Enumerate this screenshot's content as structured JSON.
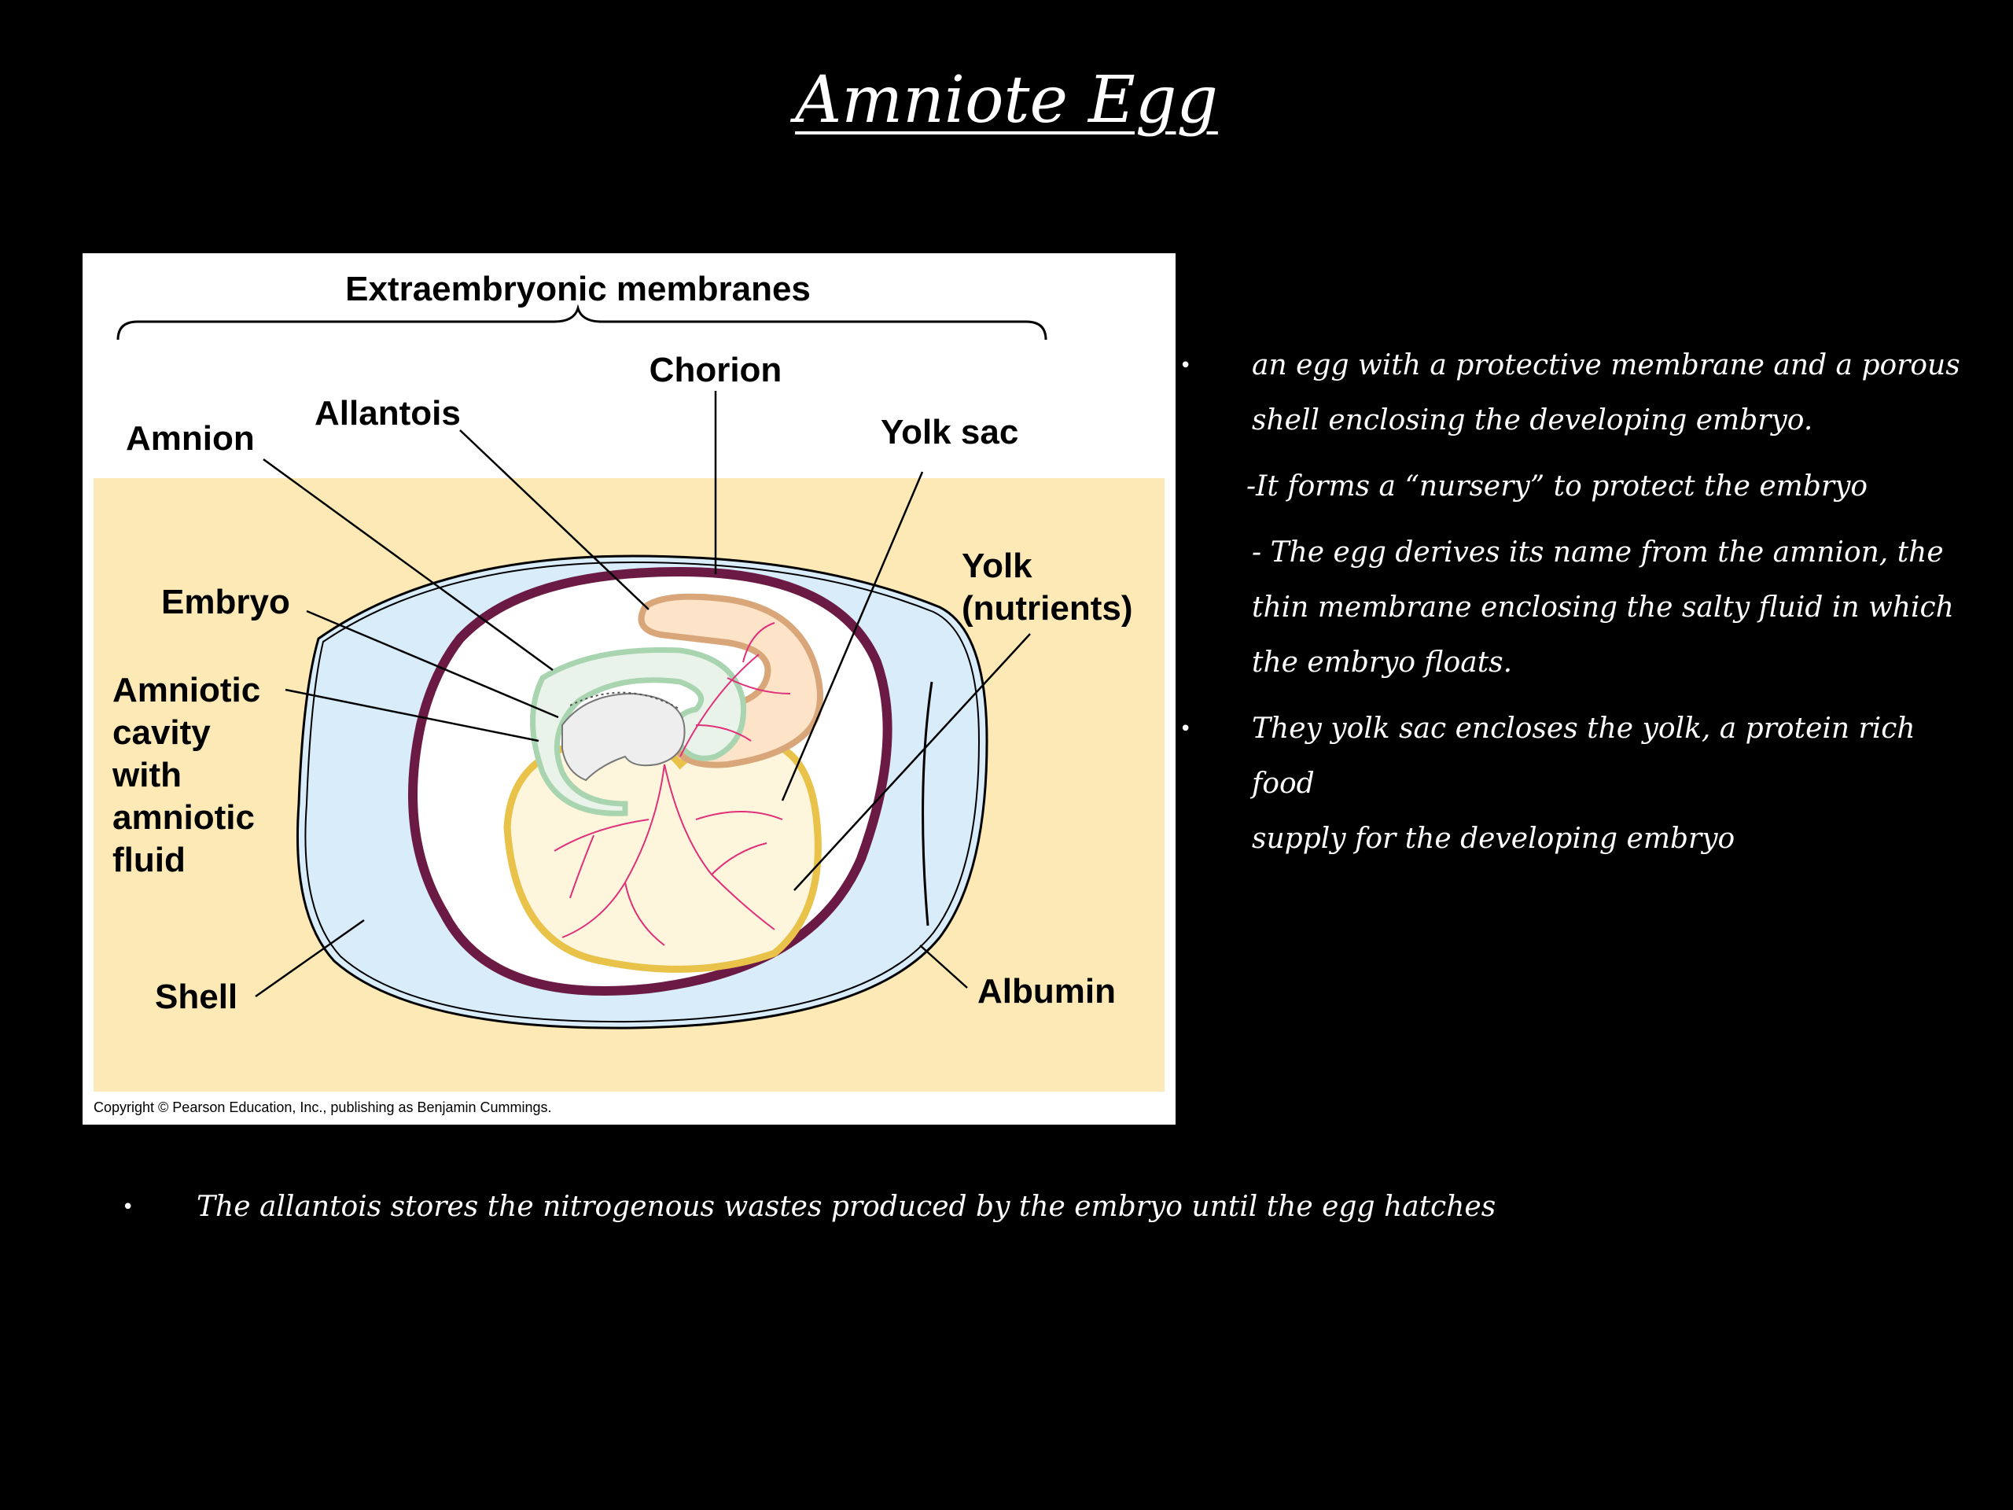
{
  "slide": {
    "title": "Amniote Egg"
  },
  "figure": {
    "heading": "Extraembryonic membranes",
    "labels": {
      "chorion": "Chorion",
      "allantois": "Allantois",
      "amnion": "Amnion",
      "yolk_sac": "Yolk sac",
      "yolk_line1": "Yolk",
      "yolk_line2": "(nutrients)",
      "embryo": "Embryo",
      "amniotic_line1": "Amniotic",
      "amniotic_line2": "cavity",
      "amniotic_line3": "with",
      "amniotic_line4": "amniotic",
      "amniotic_line5": "fluid",
      "shell": "Shell",
      "albumin": "Albumin"
    },
    "copyright": "Copyright © Pearson Education, Inc., publishing as Benjamin Cummings.",
    "colors": {
      "panel": "#fde9b6",
      "albumin": "#d8ecfa",
      "chorion": "#6b1a44",
      "allantois": "#d9a67a",
      "yolk_sac": "#e9c24a",
      "amnion": "#a8d4b0",
      "vessels": "#e0307a"
    }
  },
  "bullets": [
    {
      "marker": "•",
      "lines": [
        "an egg with a protective membrane and a porous",
        "shell enclosing the developing embryo."
      ]
    },
    {
      "marker": "",
      "lines": [
        "-It forms a “nursery” to protect the embryo"
      ]
    },
    {
      "marker": "",
      "lines": [
        "- The egg derives its name from the amnion, the",
        "thin membrane enclosing the salty fluid in which",
        "the embryo floats."
      ]
    },
    {
      "marker": "•",
      "lines": [
        "They yolk sac encloses the yolk, a protein rich food",
        "supply for the developing  embryo"
      ]
    }
  ],
  "bottom_bullet": {
    "marker": "•",
    "text": "The allantois stores the nitrogenous wastes produced by the embryo until the egg hatches"
  }
}
